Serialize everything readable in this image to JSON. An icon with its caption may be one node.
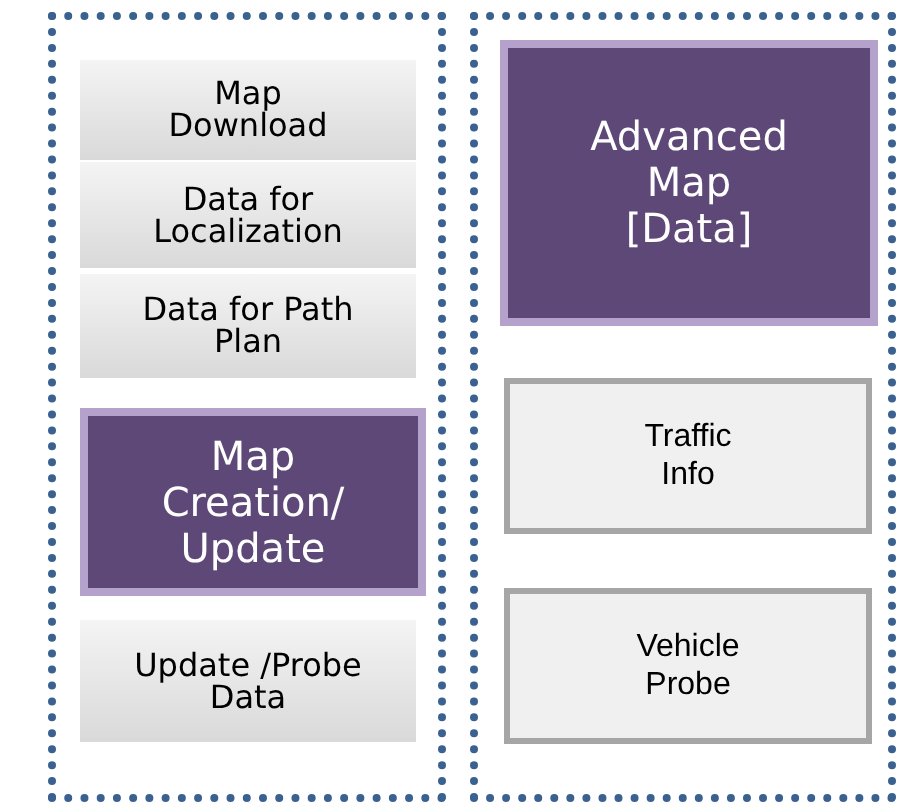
{
  "diagram": {
    "nodes": [
      {
        "text": [],
        "shape": "box"
      },
      {
        "text": [
          "Map Download"
        ],
        "in": 0
      },
      {
        "text": [
          "Data for Localization"
        ],
        "in": 0
      },
      {
        "text": [
          "Data for Path Plan"
        ],
        "in": 0
      },
      {
        "text": [
          "Map Creation/ Update"
        ],
        "in": 0
      },
      {
        "text": [
          "Update /Probe Data"
        ],
        "in": 0
      },
      {
        "text": [],
        "shape": "box"
      },
      {
        "text": [
          "Advanced Map [Data]"
        ],
        "in": 6
      },
      {
        "text": [
          "Traffic Info"
        ],
        "in": 6
      },
      {
        "text": [
          "Vehicle Probe"
        ],
        "in": 6
      }
    ]
  }
}
